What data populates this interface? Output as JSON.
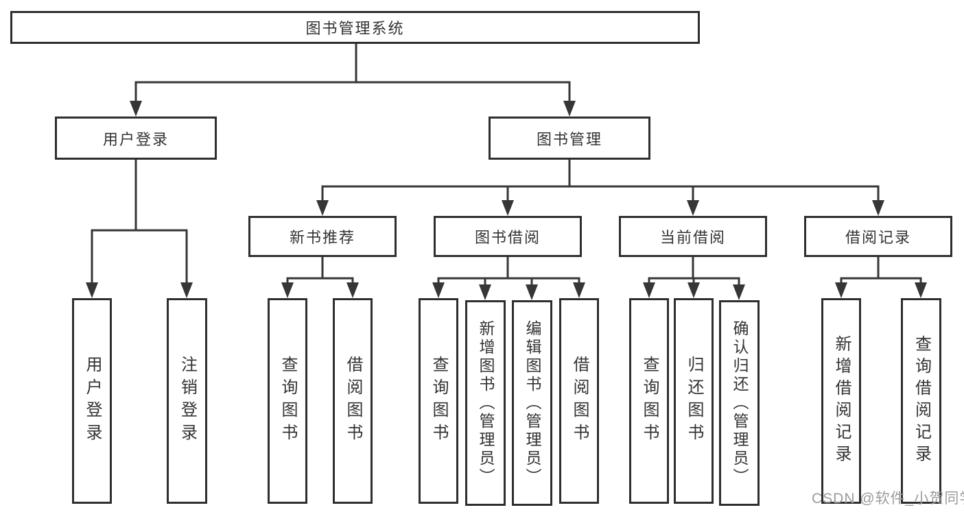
{
  "diagram": {
    "root": {
      "label": "图书管理系统"
    },
    "level2": [
      {
        "label": "用户登录"
      },
      {
        "label": "图书管理"
      }
    ],
    "level3": [
      {
        "label": "新书推荐"
      },
      {
        "label": "图书借阅"
      },
      {
        "label": "当前借阅"
      },
      {
        "label": "借阅记录"
      }
    ],
    "leaves": {
      "user_login": [
        {
          "label": "用户登录"
        },
        {
          "label": "注销登录"
        }
      ],
      "new_book_recommend": [
        {
          "label": "查询图书"
        },
        {
          "label": "借阅图书"
        }
      ],
      "book_borrowing": [
        {
          "label": "查询图书"
        },
        {
          "label": "新增图书（管理员）"
        },
        {
          "label": "编辑图书（管理员）"
        },
        {
          "label": "借阅图书"
        }
      ],
      "current_borrowing": [
        {
          "label": "查询图书"
        },
        {
          "label": "归还图书"
        },
        {
          "label": "确认归还（管理员）"
        }
      ],
      "borrowing_records": [
        {
          "label": "新增借阅记录"
        },
        {
          "label": "查询借阅记录"
        }
      ]
    },
    "watermark": "CSDN @软件_小贺同学",
    "colors": {
      "line": "#363636",
      "box_border": "#2e2e2e",
      "text": "#333333",
      "watermark": "#9b9b9b",
      "background": "#ffffff"
    }
  }
}
